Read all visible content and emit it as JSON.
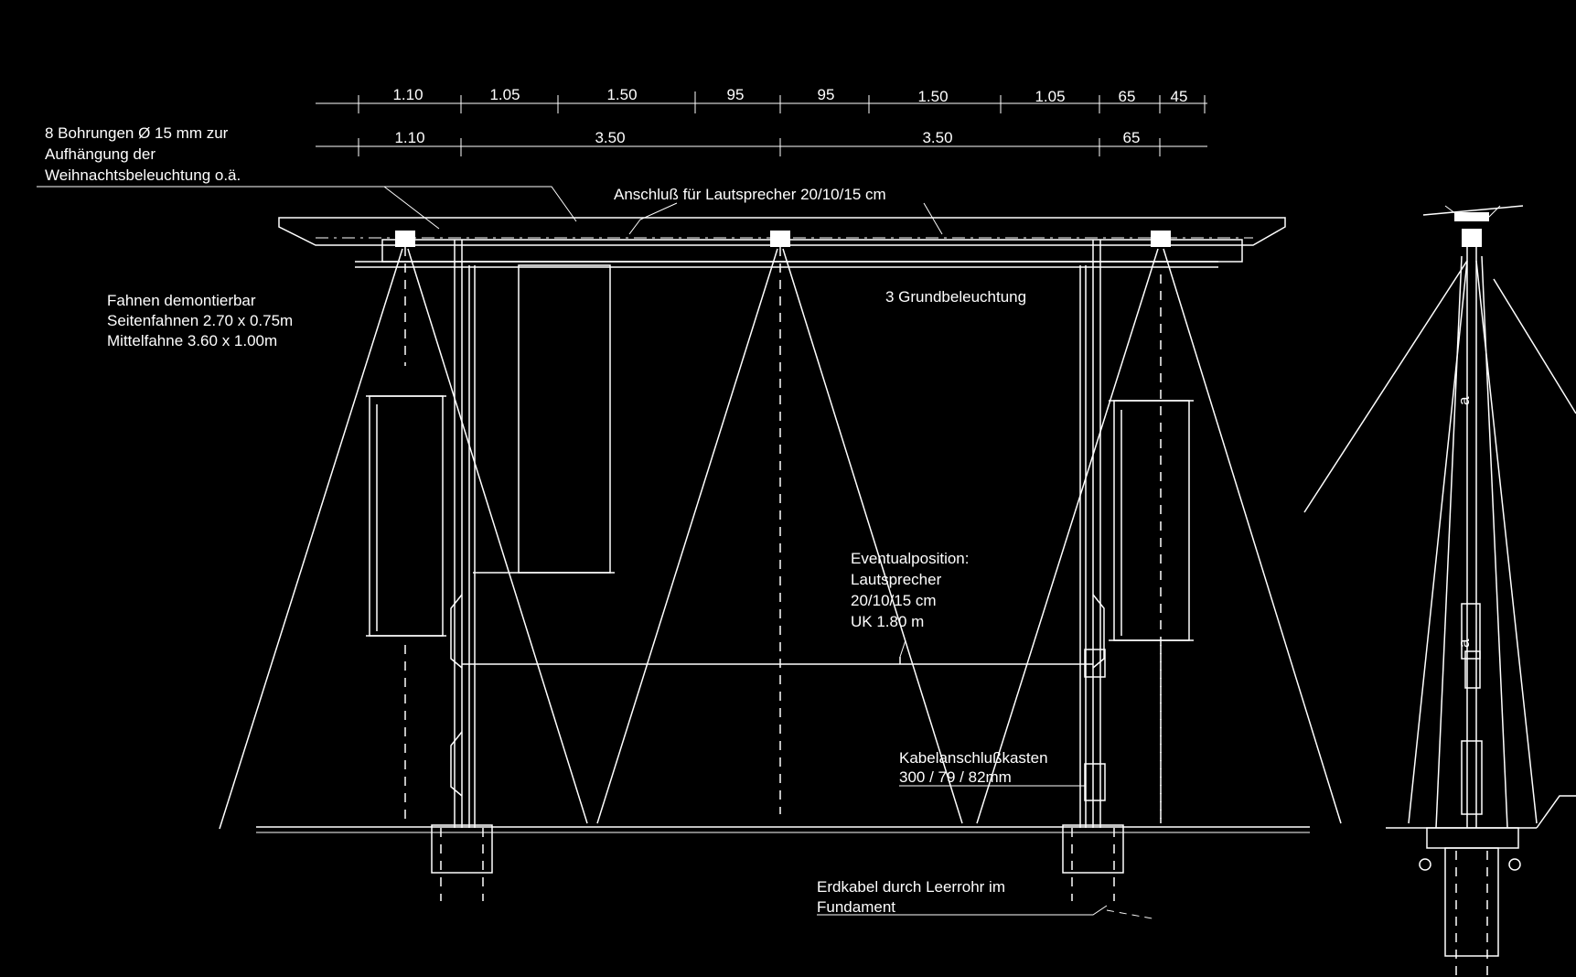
{
  "dimensions": {
    "row1": [
      "1.10",
      "1.05",
      "1.50",
      "95",
      "95",
      "1.50",
      "1.05",
      "65",
      "45"
    ],
    "row2": [
      "1.10",
      "3.50",
      "3.50",
      "65"
    ]
  },
  "labels": {
    "bohrungen": [
      "8 Bohrungen Ø 15 mm zur",
      "Aufhängung der",
      "Weihnachtsbeleuchtung o.ä."
    ],
    "anschluss": "Anschluß für Lautsprecher 20/10/15 cm",
    "fahnen": [
      "Fahnen  demontierbar",
      "Seitenfahnen  2.70 x 0.75m",
      "Mittelfahne     3.60 x 1.00m"
    ],
    "grundbeleuchtung": "3 Grundbeleuchtung",
    "eventual": [
      "Eventualposition:",
      "Lautsprecher",
      "20/10/15 cm",
      "UK 1.80 m"
    ],
    "kabel": [
      "Kabelanschlußkasten",
      "300 / 79 / 82mm"
    ],
    "erdkabel": [
      "Erdkabel durch Leerrohr im",
      "Fundament"
    ],
    "side_marks": [
      "a",
      "a"
    ]
  }
}
